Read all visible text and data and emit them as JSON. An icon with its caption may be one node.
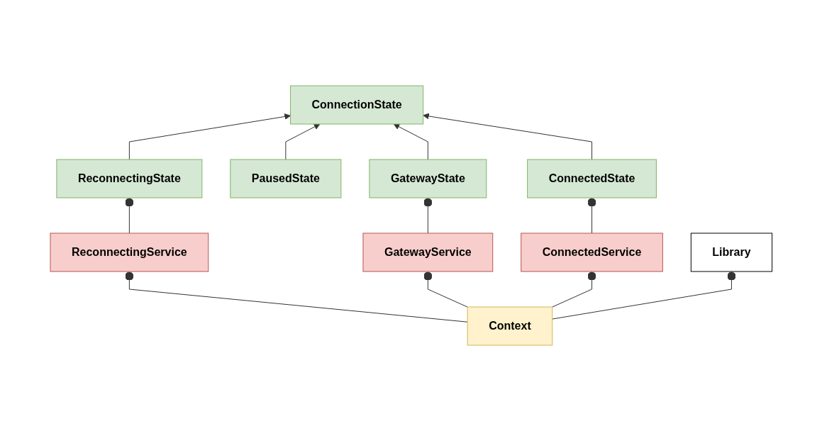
{
  "diagram": {
    "nodes": [
      {
        "text": [
          "ConnectionState"
        ]
      },
      {
        "text": [
          "ReconnectingState"
        ]
      },
      {
        "text": [
          "PausedState"
        ]
      },
      {
        "text": [
          "GatewayState"
        ]
      },
      {
        "text": [
          "ConnectedState"
        ]
      },
      {
        "text": [
          "ReconnectingService"
        ]
      },
      {
        "text": [
          "GatewayService"
        ]
      },
      {
        "text": [
          "ConnectedService"
        ]
      },
      {
        "text": [
          "Context"
        ]
      },
      {
        "text": [
          "Library"
        ]
      }
    ],
    "edges": [
      {
        "from": 1,
        "to": 0,
        "arrow": "to"
      },
      {
        "from": 2,
        "to": 0,
        "arrow": "to"
      },
      {
        "from": 3,
        "to": 0,
        "arrow": "to"
      },
      {
        "from": 4,
        "to": 0,
        "arrow": "to"
      },
      {
        "from": 5,
        "to": 1,
        "arrow": "other"
      },
      {
        "from": 6,
        "to": 3,
        "arrow": "other"
      },
      {
        "from": 7,
        "to": 4,
        "arrow": "other"
      },
      {
        "from": 8,
        "to": 5,
        "arrow": "other"
      },
      {
        "from": 8,
        "to": 6,
        "arrow": "other"
      },
      {
        "from": 8,
        "to": 7,
        "arrow": "other"
      },
      {
        "from": 8,
        "to": 9,
        "arrow": "other"
      }
    ]
  }
}
